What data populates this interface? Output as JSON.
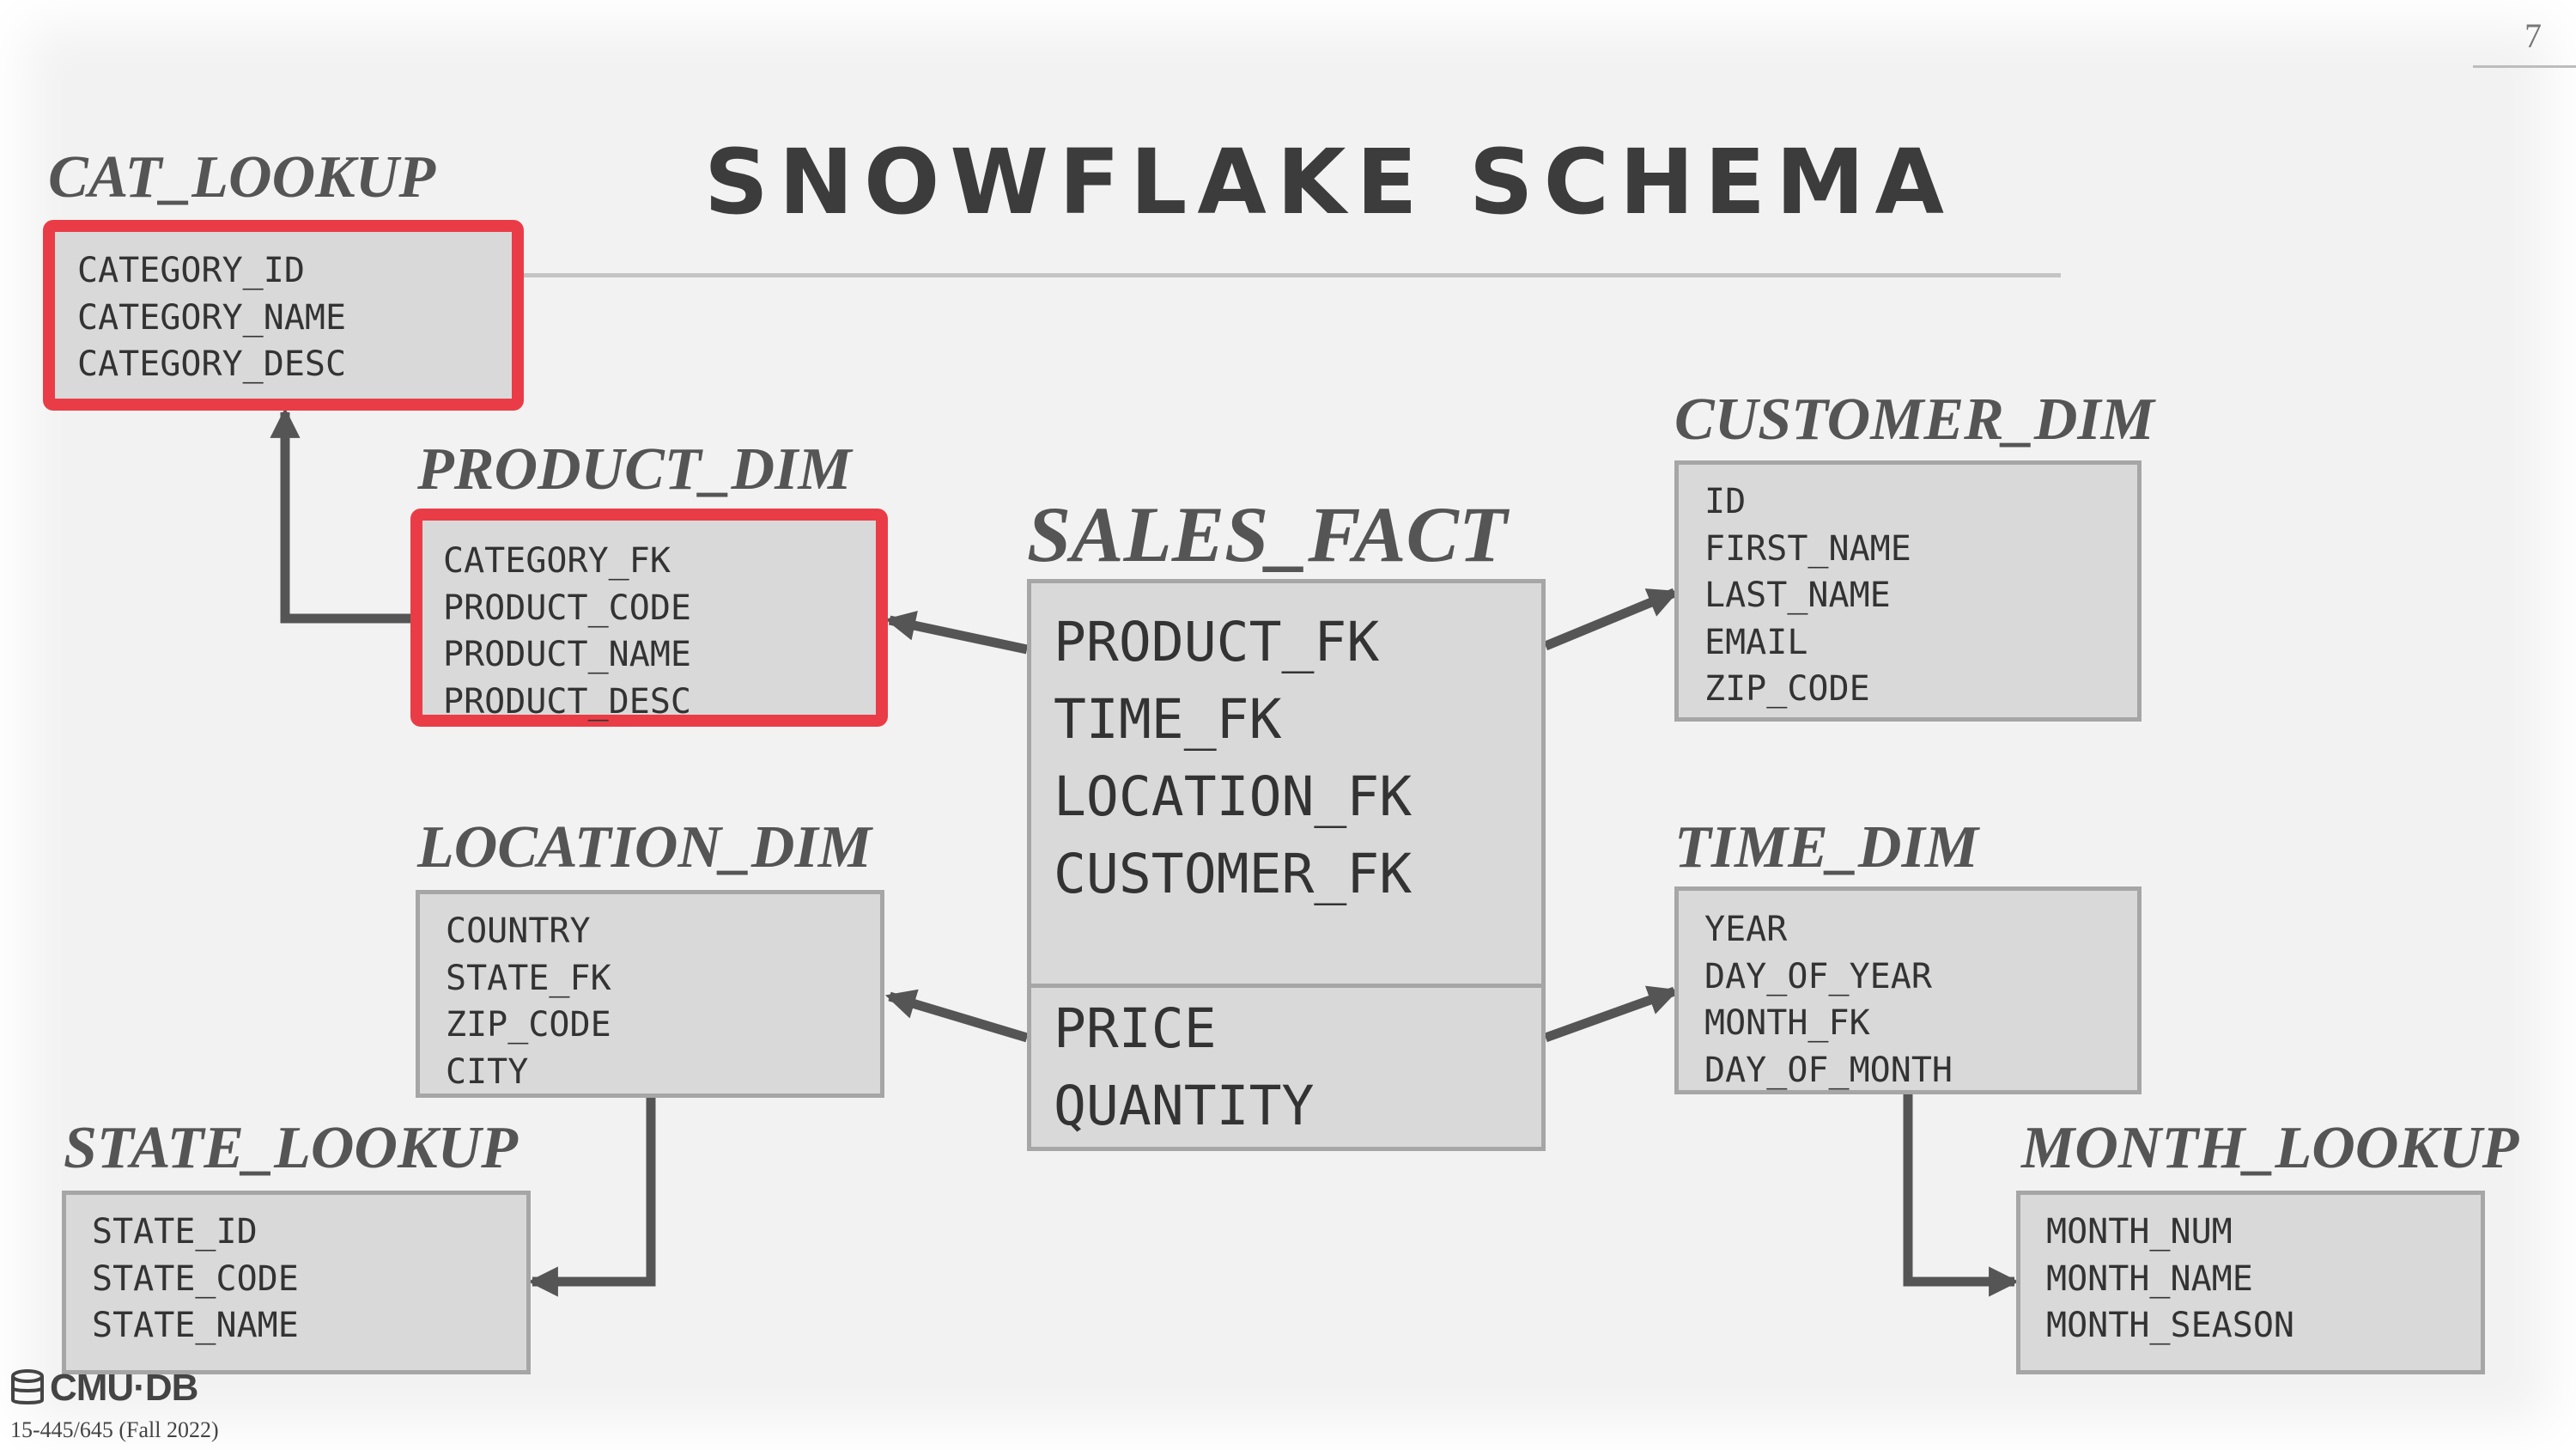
{
  "slide": {
    "page_number": "7",
    "title": "SNOWFLAKE SCHEMA",
    "course": "15-445/645 (Fall 2022)",
    "logo_text": "CMU·DB",
    "logo_icon": "database-icon"
  },
  "colors": {
    "background": "#f2f2f2",
    "box_fill": "#d9d9d9",
    "box_border": "#a6a6a6",
    "highlight": "#ea3c47",
    "connector": "#555555",
    "title": "#3c3c3c"
  },
  "tables": {
    "cat_lookup": {
      "name": "CAT_LOOKUP",
      "highlighted": true,
      "fields": [
        "CATEGORY_ID",
        "CATEGORY_NAME",
        "CATEGORY_DESC"
      ]
    },
    "product_dim": {
      "name": "PRODUCT_DIM",
      "highlighted": true,
      "fields": [
        "CATEGORY_FK",
        "PRODUCT_CODE",
        "PRODUCT_NAME",
        "PRODUCT_DESC"
      ]
    },
    "sales_fact": {
      "name": "SALES_FACT",
      "highlighted": false,
      "keys": [
        "PRODUCT_FK",
        "TIME_FK",
        "LOCATION_FK",
        "CUSTOMER_FK"
      ],
      "measures": [
        "PRICE",
        "QUANTITY"
      ]
    },
    "customer_dim": {
      "name": "CUSTOMER_DIM",
      "highlighted": false,
      "fields": [
        "ID",
        "FIRST_NAME",
        "LAST_NAME",
        "EMAIL",
        "ZIP_CODE"
      ]
    },
    "location_dim": {
      "name": "LOCATION_DIM",
      "highlighted": false,
      "fields": [
        "COUNTRY",
        "STATE_FK",
        "ZIP_CODE",
        "CITY"
      ]
    },
    "time_dim": {
      "name": "TIME_DIM",
      "highlighted": false,
      "fields": [
        "YEAR",
        "DAY_OF_YEAR",
        "MONTH_FK",
        "DAY_OF_MONTH"
      ]
    },
    "state_lookup": {
      "name": "STATE_LOOKUP",
      "highlighted": false,
      "fields": [
        "STATE_ID",
        "STATE_CODE",
        "STATE_NAME"
      ]
    },
    "month_lookup": {
      "name": "MONTH_LOOKUP",
      "highlighted": false,
      "fields": [
        "MONTH_NUM",
        "MONTH_NAME",
        "MONTH_SEASON"
      ]
    }
  },
  "relationships": [
    {
      "from": "product_dim",
      "to": "cat_lookup"
    },
    {
      "from": "sales_fact",
      "to": "product_dim"
    },
    {
      "from": "sales_fact",
      "to": "customer_dim"
    },
    {
      "from": "sales_fact",
      "to": "location_dim"
    },
    {
      "from": "sales_fact",
      "to": "time_dim"
    },
    {
      "from": "location_dim",
      "to": "state_lookup"
    },
    {
      "from": "time_dim",
      "to": "month_lookup"
    }
  ]
}
